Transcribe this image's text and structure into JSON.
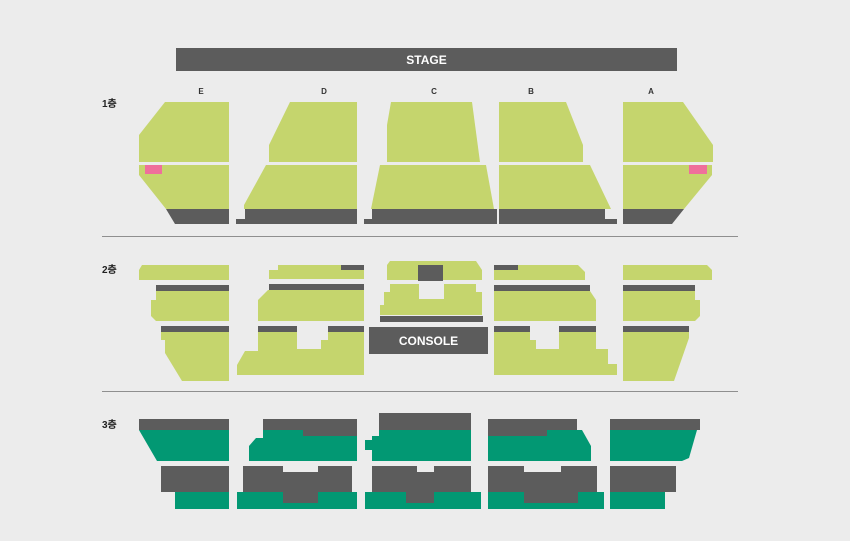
{
  "stage": {
    "label": "STAGE"
  },
  "console": {
    "label": "CONSOLE"
  },
  "floors": [
    {
      "label": "1층"
    },
    {
      "label": "2층"
    },
    {
      "label": "3층"
    }
  ],
  "sections": [
    "E",
    "D",
    "C",
    "B",
    "A"
  ],
  "colors": {
    "background": "#ececec",
    "stage": "#5c5c5c",
    "blocked": "#5c5c5c",
    "floor_1_2_seats": "#c5d56d",
    "floor_3_seats": "#029873",
    "highlight_seat": "#ef6f9b",
    "divider": "#8f8f8f"
  }
}
